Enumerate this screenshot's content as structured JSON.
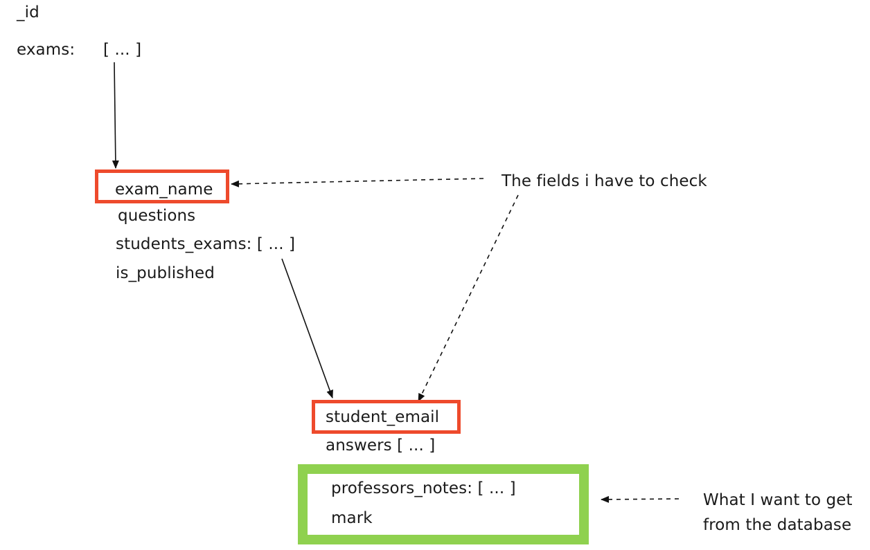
{
  "root": {
    "id_field": "_id",
    "exams_field": "exams:",
    "exams_value": "[ ... ]"
  },
  "exam": {
    "exam_name": "exam_name",
    "questions": "questions",
    "students_exams": "students_exams: [ ... ]",
    "is_published": "is_published"
  },
  "student_exam": {
    "student_email": "student_email",
    "answers": "answers [ ... ]"
  },
  "result": {
    "professors_notes": "professors_notes: [ ... ]",
    "mark": "mark"
  },
  "annotations": {
    "fields_to_check": "The fields i have to check",
    "want_line1": "What I want to get",
    "want_line2": "from the database"
  },
  "colors": {
    "check_box": "#ee4a2c",
    "want_box": "#8fd14f",
    "text": "#1a1a1a"
  }
}
